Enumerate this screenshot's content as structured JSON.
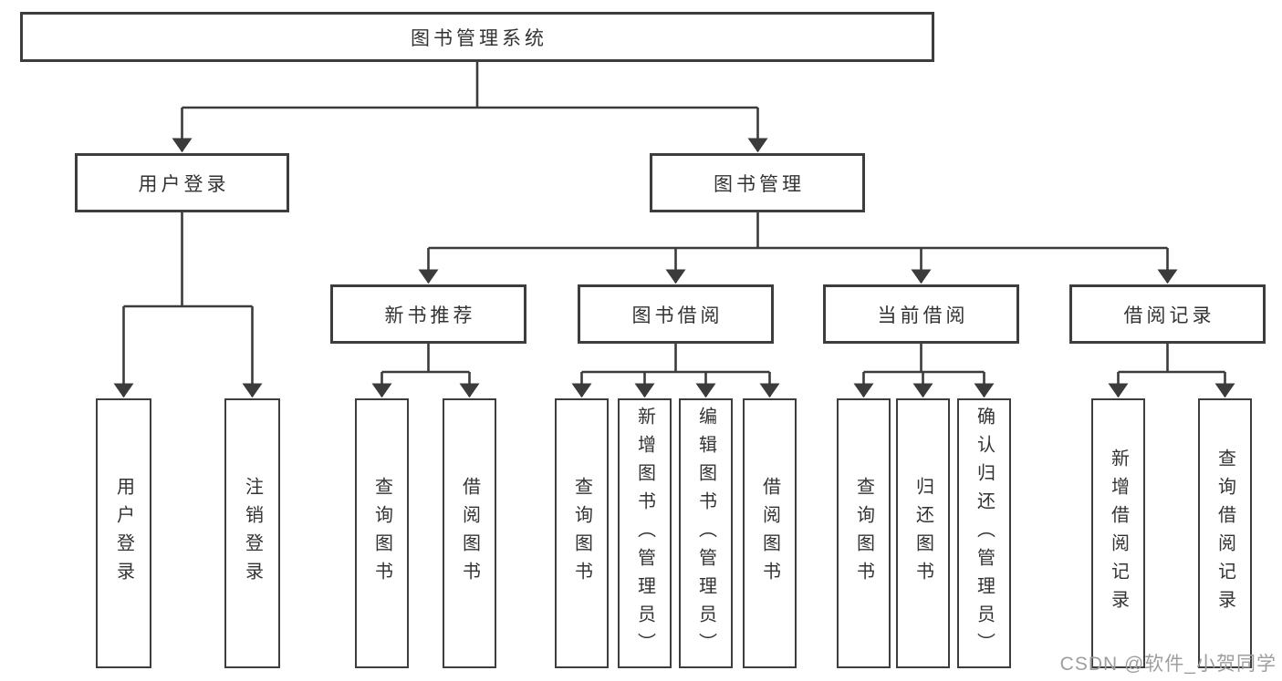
{
  "nodes": {
    "root": {
      "label": "图书管理系统"
    },
    "user_login": {
      "label": "用户登录"
    },
    "book_mgmt": {
      "label": "图书管理"
    },
    "new_books": {
      "label": "新书推荐"
    },
    "book_borrow": {
      "label": "图书借阅"
    },
    "current_borrow": {
      "label": "当前借阅"
    },
    "borrow_records": {
      "label": "借阅记录"
    },
    "leaf_user_login": {
      "label": "用户登录"
    },
    "leaf_logout": {
      "label": "注销登录"
    },
    "leaf_query_books_1": {
      "label": "查询图书"
    },
    "leaf_borrow_books_1": {
      "label": "借阅图书"
    },
    "leaf_query_books_2": {
      "label": "查询图书"
    },
    "leaf_add_books": {
      "label": "新增图书（管理员）"
    },
    "leaf_edit_books": {
      "label": "编辑图书（管理员）"
    },
    "leaf_borrow_books_2": {
      "label": "借阅图书"
    },
    "leaf_query_books_3": {
      "label": "查询图书"
    },
    "leaf_return_books": {
      "label": "归还图书"
    },
    "leaf_confirm_return": {
      "label": "确认归还（管理员）"
    },
    "leaf_add_record": {
      "label": "新增借阅记录"
    },
    "leaf_query_record": {
      "label": "查询借阅记录"
    }
  },
  "watermark": {
    "text": "CSDN @软件_小贺同学"
  },
  "colors": {
    "line": "#3b3b3b",
    "box_border": "#3d3d3d",
    "text": "#333333",
    "watermark": "#9e9e9e",
    "background": "#ffffff"
  }
}
